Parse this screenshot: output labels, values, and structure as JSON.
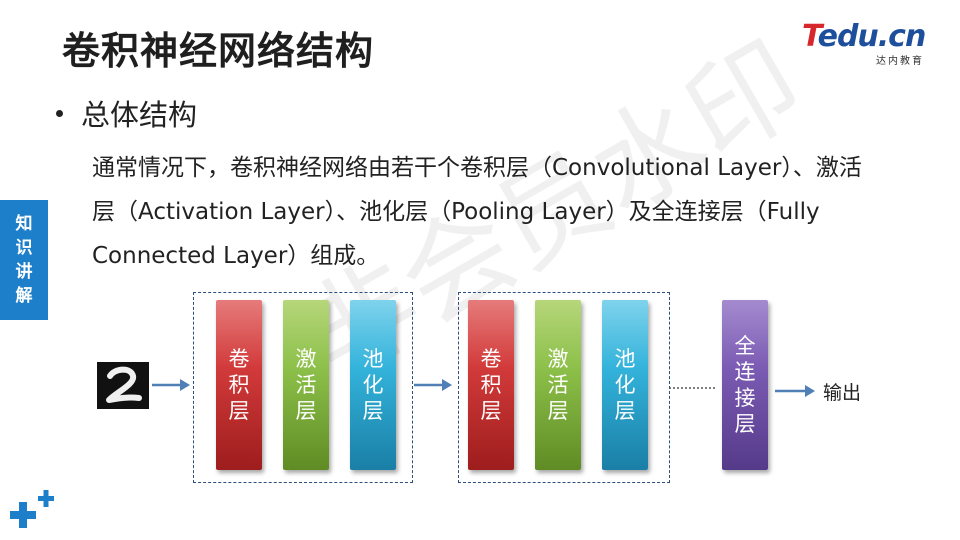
{
  "title": "卷积神经网络结构",
  "logo": {
    "text_main_first": "T",
    "text_main_rest": "edu.cn",
    "text_sub": "达内教育"
  },
  "side_tab": {
    "chars": [
      "知",
      "识",
      "讲",
      "解"
    ]
  },
  "bullet": "总体结构",
  "paragraph": {
    "line1": "通常情况下，卷积神经网络由若干个卷积层（Convolutional Layer）、激活",
    "line2": "层（Activation Layer）、池化层（Pooling Layer）及全连接层（Fully",
    "line3": "Connected Layer）组成。"
  },
  "watermark": "非会员水印",
  "diagram": {
    "group1": {
      "conv": "卷积层",
      "act": "激活层",
      "pool": "池化层"
    },
    "group2": {
      "conv": "卷积层",
      "act": "激活层",
      "pool": "池化层"
    },
    "fc": "全连接层",
    "output": "输出",
    "input_digit": "2"
  },
  "colors": {
    "accent": "#1d7fc9",
    "conv": "#d23a3a",
    "activation": "#8dc04a",
    "pooling": "#33b3db",
    "fully_connected": "#7b5bb3",
    "arrow": "#4f7fb5"
  },
  "icons": {
    "corner": "plus-icon"
  }
}
